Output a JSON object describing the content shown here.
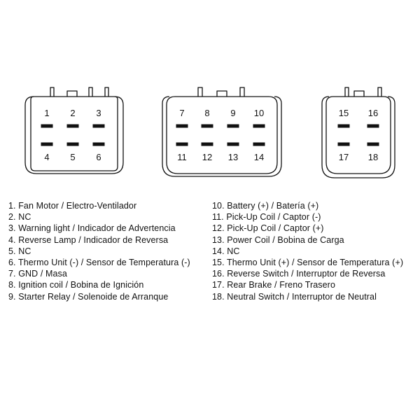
{
  "connectors": [
    {
      "name": "connector-a",
      "pins_top": [
        "1",
        "2",
        "3"
      ],
      "pins_bottom": [
        "4",
        "5",
        "6"
      ]
    },
    {
      "name": "connector-b",
      "pins_top": [
        "7",
        "8",
        "9",
        "10"
      ],
      "pins_bottom": [
        "11",
        "12",
        "13",
        "14"
      ]
    },
    {
      "name": "connector-c",
      "pins_top": [
        "15",
        "16"
      ],
      "pins_bottom": [
        "17",
        "18"
      ]
    }
  ],
  "legend_left": [
    "1. Fan Motor / Electro-Ventilador",
    "2. NC",
    "3. Warning light / Indicador de Advertencia",
    "4. Reverse Lamp / Indicador de Reversa",
    "5. NC",
    "6. Thermo Unit (-) / Sensor de Temperatura (-)",
    "7. GND / Masa",
    "8. Ignition coil / Bobina de Ignición",
    "9. Starter Relay / Solenoide de Arranque"
  ],
  "legend_right": [
    "10. Battery (+) / Batería (+)",
    "11. Pick-Up Coil / Captor (-)",
    "12. Pick-Up Coil / Captor (+)",
    "13. Power Coil / Bobina de Carga",
    "14. NC",
    "15. Thermo Unit (+) / Sensor de Temperatura (+)",
    "16. Reverse Switch / Interruptor de Reversa",
    "17. Rear Brake / Freno Trasero",
    "18. Neutral Switch / Interruptor de Neutral"
  ],
  "colors": {
    "line": "#111111",
    "pin": "#111111",
    "background": "#ffffff"
  }
}
